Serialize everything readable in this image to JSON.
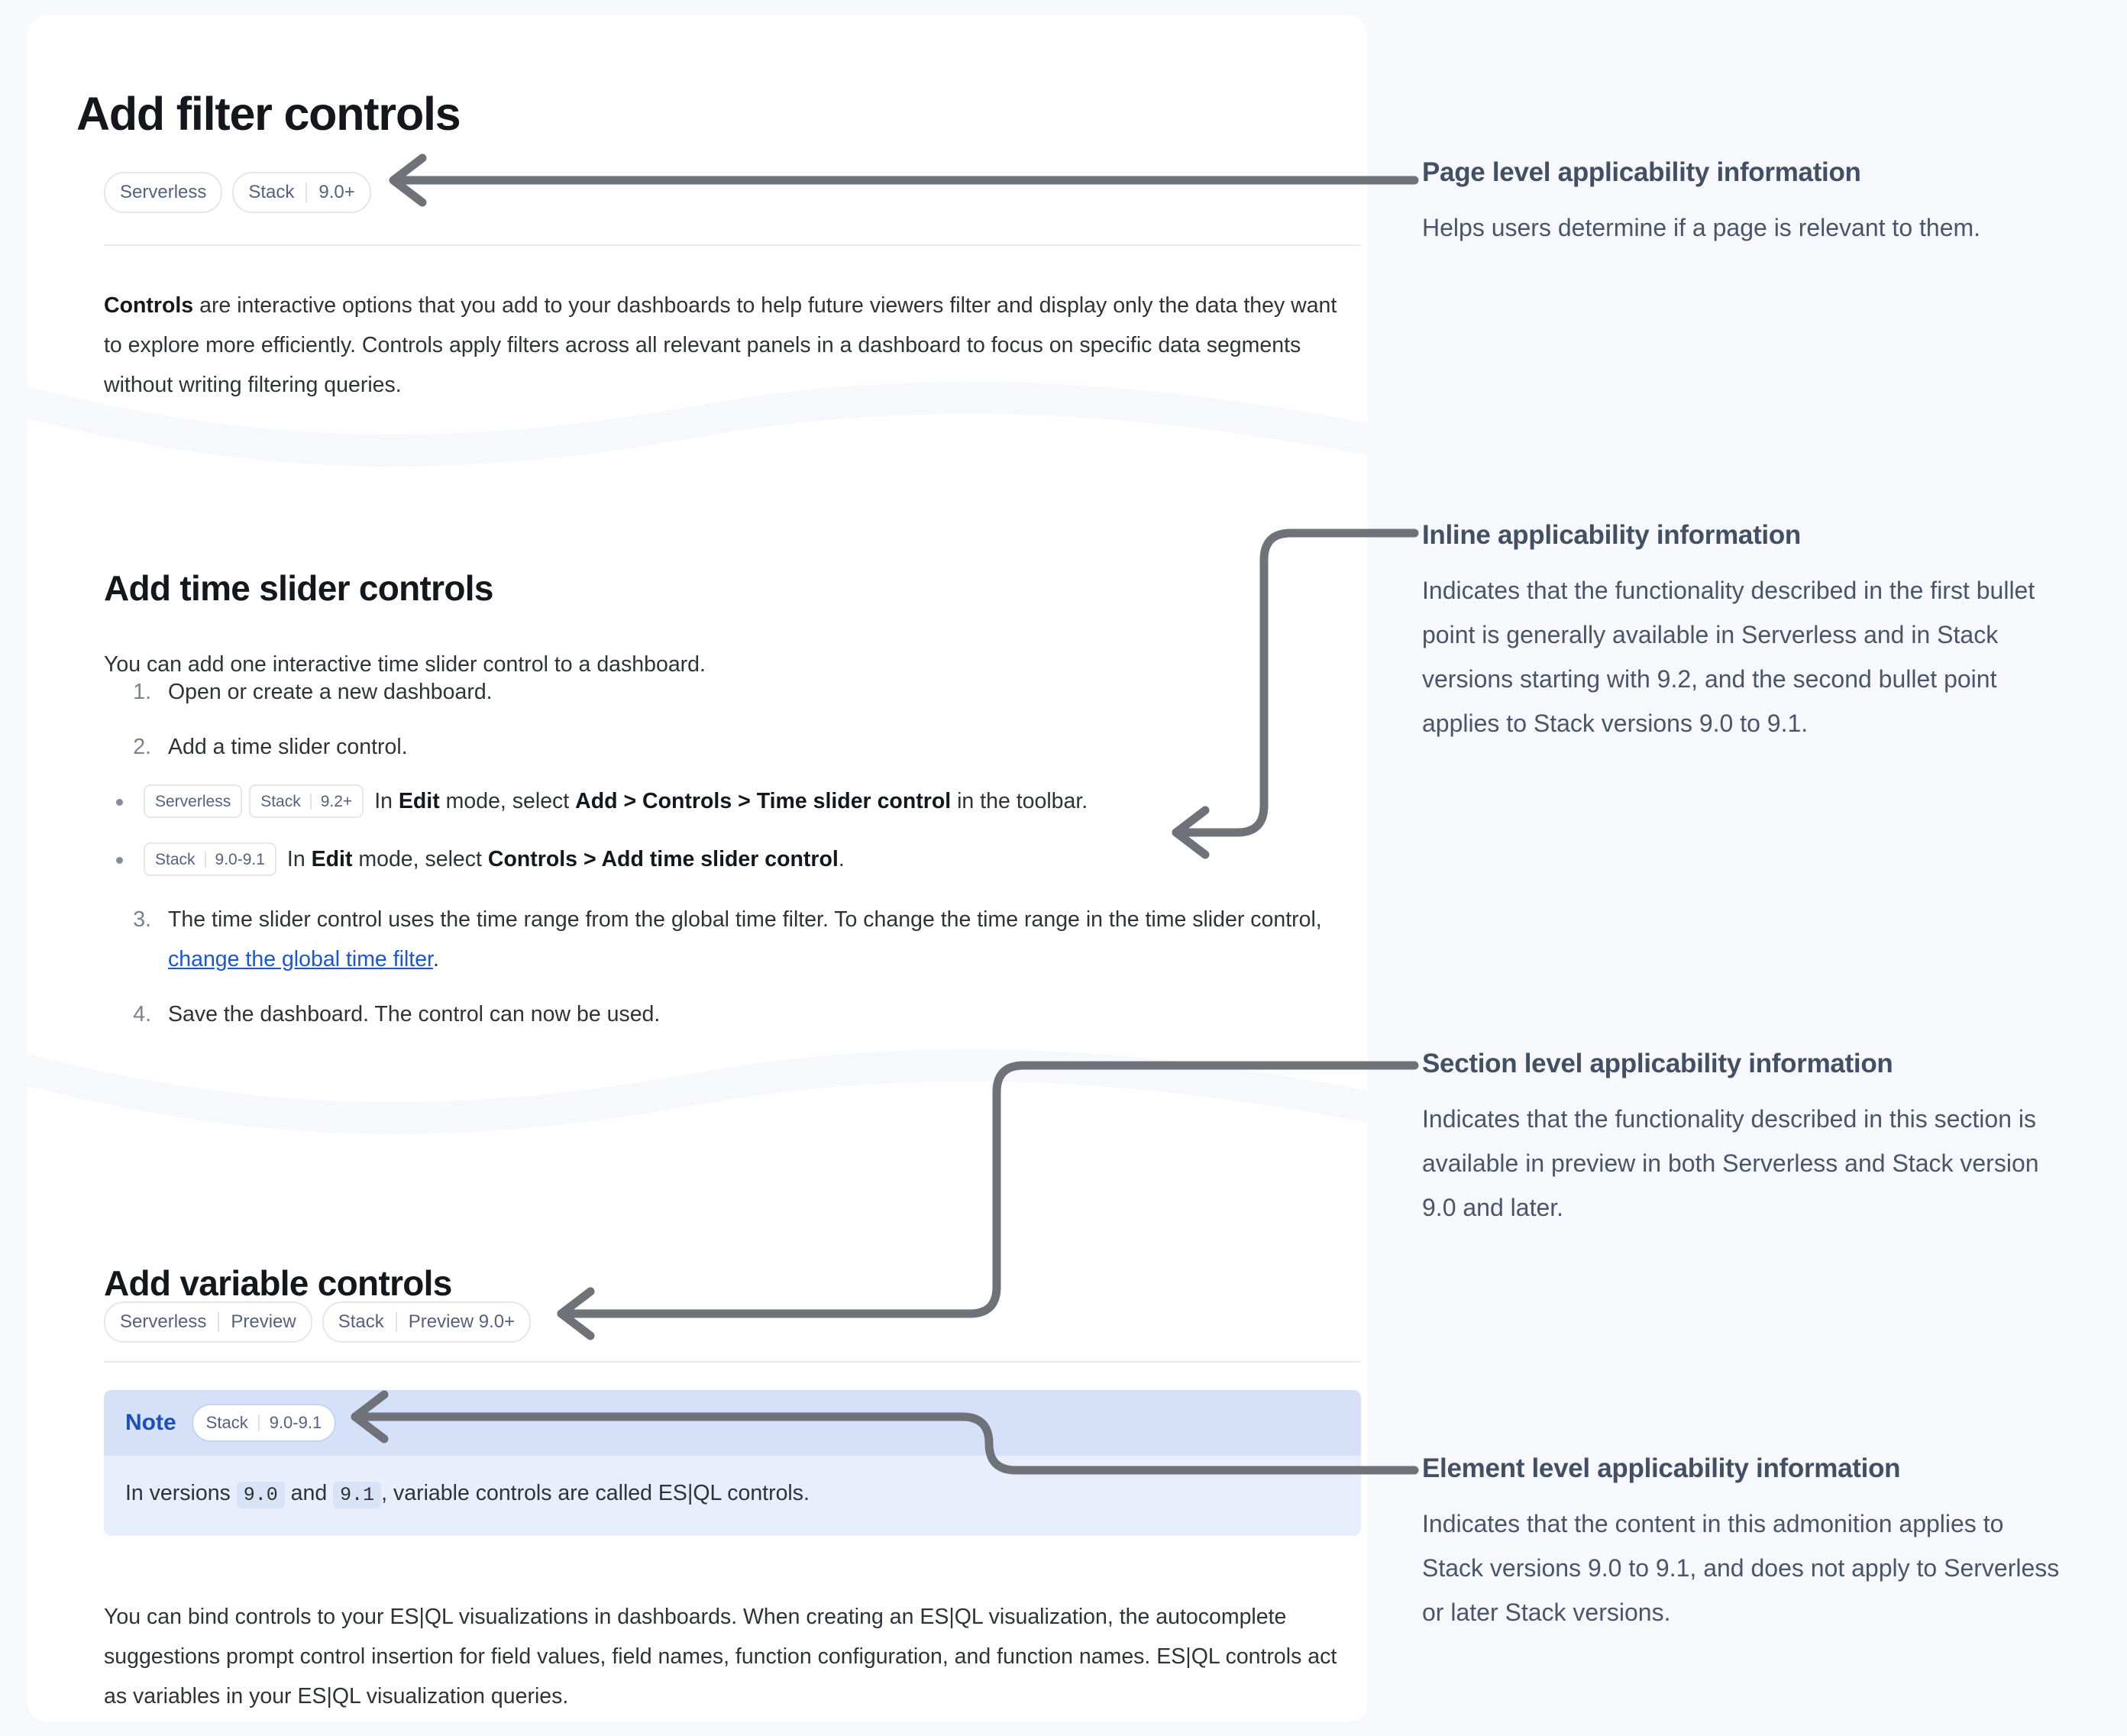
{
  "document": {
    "title": "Add filter controls",
    "page_badges": [
      {
        "parts": [
          "Serverless"
        ]
      },
      {
        "parts": [
          "Stack",
          "9.0+"
        ]
      }
    ],
    "intro": {
      "lead_bold": "Controls",
      "rest": " are interactive options that you add to your dashboards to help future viewers filter and display only the data they want to explore more efficiently. Controls apply filters across all relevant panels in a dashboard to focus on specific data segments without writing filtering queries."
    },
    "section_time_slider": {
      "heading": "Add time slider controls",
      "lead": "You can add one interactive time slider control to a dashboard.",
      "steps": [
        {
          "num": "1.",
          "text": "Open or create a new dashboard."
        },
        {
          "num": "2.",
          "text": "Add a time slider control."
        },
        {
          "num": "3.",
          "text": "The time slider control uses the time range from the global time filter. To change the time range in the time slider control, ",
          "link": "change the global time filter",
          "tail": "."
        },
        {
          "num": "4.",
          "text": "Save the dashboard. The control can now be used."
        }
      ],
      "bullets": [
        {
          "badges": [
            {
              "parts": [
                "Serverless"
              ]
            },
            {
              "parts": [
                "Stack",
                "9.2+"
              ]
            }
          ],
          "text_parts": [
            "In ",
            "Edit",
            " mode, select ",
            "Add",
            " > ",
            "Controls",
            " > ",
            "Time slider control",
            " in the toolbar."
          ]
        },
        {
          "badges": [
            {
              "parts": [
                "Stack",
                "9.0-9.1"
              ]
            }
          ],
          "text_parts": [
            "In ",
            "Edit",
            " mode, select ",
            "Controls",
            " > ",
            "Add time slider control",
            "."
          ]
        }
      ]
    },
    "section_variable": {
      "heading": "Add variable controls",
      "badges": [
        {
          "parts": [
            "Serverless",
            "Preview"
          ]
        },
        {
          "parts": [
            "Stack",
            "Preview 9.0+"
          ]
        }
      ],
      "note": {
        "title": "Note",
        "badge": {
          "parts": [
            "Stack",
            "9.0-9.1"
          ]
        },
        "body_pre": "In versions ",
        "code1": "9.0",
        "body_mid": " and ",
        "code2": "9.1",
        "body_post": ", variable controls are called ES|QL controls."
      },
      "outro": "You can bind controls to your ES|QL visualizations in dashboards. When creating an ES|QL visualization, the autocomplete suggestions prompt control insertion for field values, field names, function configuration, and function names. ES|QL controls act as variables in your ES|QL visualization queries."
    }
  },
  "annotations": [
    {
      "title": "Page level applicability information",
      "body": "Helps users determine if a page is relevant to them."
    },
    {
      "title": "Inline applicability information",
      "body": "Indicates that the functionality described in the first bullet point is generally available in Serverless and in Stack versions starting with 9.2, and the second bullet point applies to Stack versions 9.0 to 9.1."
    },
    {
      "title": "Section level applicability information",
      "body": "Indicates that the functionality described in this section is available in preview in both Serverless and Stack version 9.0 and later."
    },
    {
      "title": "Element level applicability information",
      "body": "Indicates that the content in this admonition applies to Stack versions 9.0 to 9.1, and does not apply to Serverless or later Stack versions."
    }
  ],
  "colors": {
    "page_background": "#f6f8fc",
    "card_background": "#ffffff",
    "badge_text": "#56617f",
    "badge_border": "#e3e6ef",
    "link": "#1a56db",
    "note_header": "#d5e1f8",
    "note_body": "#e8eefc",
    "note_title": "#1b4fbb",
    "connector": "#6f7379",
    "annotation_title": "#434f63",
    "annotation_body": "#4b5569"
  }
}
